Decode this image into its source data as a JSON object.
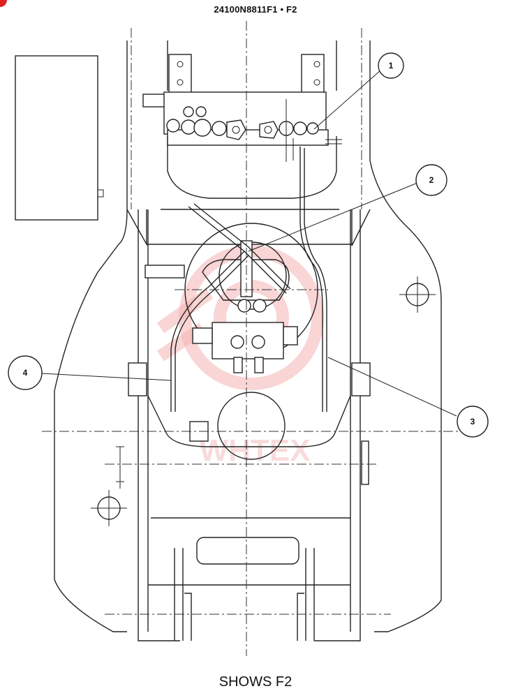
{
  "header": {
    "code": "24100N8811F1 • F2"
  },
  "caption": {
    "text": "SHOWS F2"
  },
  "watermark": {
    "text": "WHTEX",
    "color": "#f4b3b3"
  },
  "callouts": [
    {
      "label": "1"
    },
    {
      "label": "2"
    },
    {
      "label": "3"
    },
    {
      "label": "4"
    }
  ]
}
